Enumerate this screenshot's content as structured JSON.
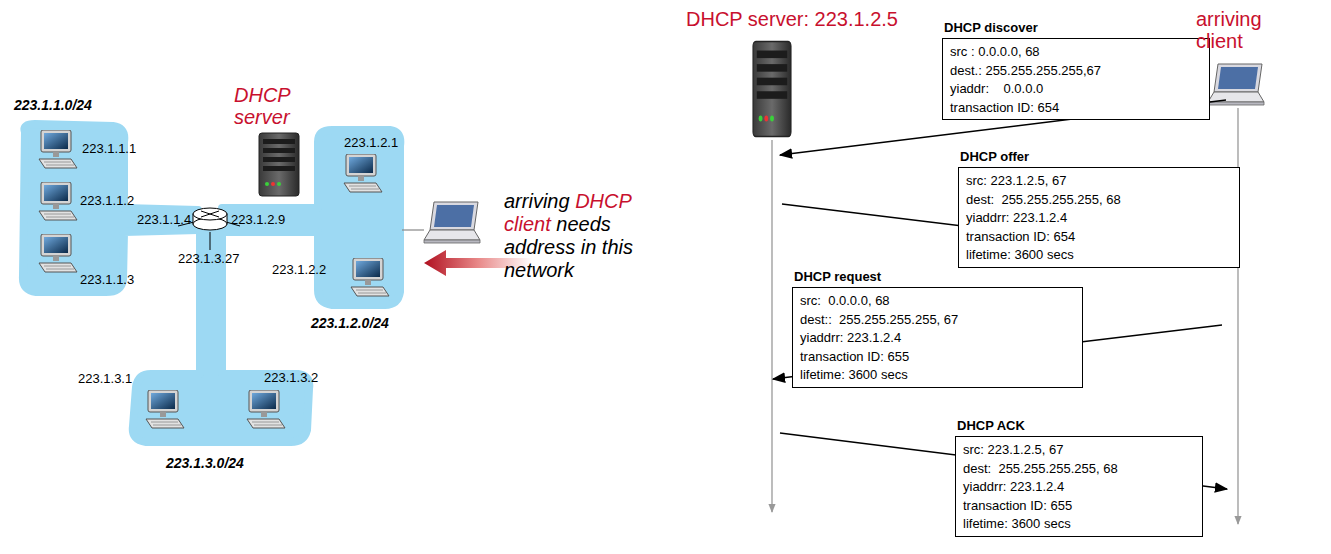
{
  "diagram": {
    "nodes": [
      {
        "text": [
          "DHCP discover",
          "src : 0.0.0.0, 68",
          "dest.: 255.255.255.255,67",
          "yiaddr:    0.0.0.0",
          "transaction ID: 654"
        ]
      },
      {
        "text": [
          "DHCP offer",
          "src: 223.1.2.5, 67",
          "dest:  255.255.255.255, 68",
          "yiaddrr: 223.1.2.4",
          "transaction ID: 654",
          "lifetime: 3600 secs"
        ]
      },
      {
        "text": [
          "DHCP request",
          "src:  0.0.0.0, 68",
          "dest::  255.255.255.255, 67",
          "yiaddrr: 223.1.2.4",
          "transaction ID: 655",
          "lifetime: 3600 secs"
        ]
      },
      {
        "text": [
          "DHCP ACK",
          "src: 223.1.2.5, 67",
          "dest:  255.255.255.255, 68",
          "yiaddrr: 223.1.2.4",
          "transaction ID: 655",
          "lifetime: 3600 secs"
        ]
      }
    ],
    "labels": [
      "223.1.1.0/24",
      "223.1.1.1",
      "223.1.1.2",
      "223.1.1.3",
      "223.1.1.4",
      "DHCP server",
      "223.1.2.1",
      "223.1.2.9",
      "223.1.2.2",
      "223.1.3.27",
      "223.1.3.1",
      "223.1.3.2",
      "223.1.2.0/24",
      "223.1.3.0/24",
      "arriving",
      "DHCP client",
      "needs address in this network",
      "DHCP server: 223.1.2.5",
      "arriving client"
    ]
  }
}
